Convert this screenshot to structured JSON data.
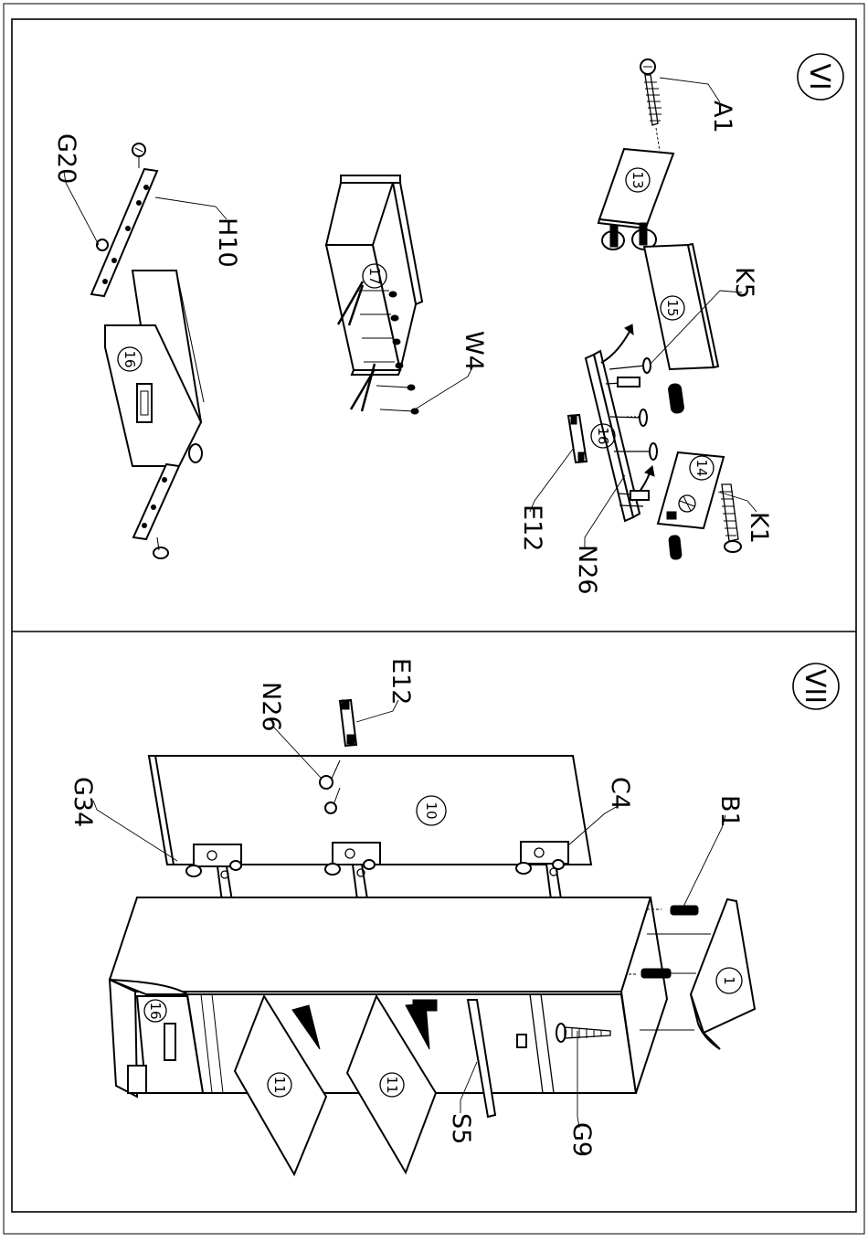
{
  "steps": {
    "vi": {
      "number": "VI"
    },
    "vii": {
      "number": "VII"
    }
  },
  "vi_labels": {
    "a1": "A1",
    "k5": "K5",
    "k1": "K1",
    "e12": "E12",
    "n26": "N26",
    "w4": "W4",
    "g20": "G20",
    "h10": "H10"
  },
  "vi_parts": {
    "p13": "13",
    "p15": "15",
    "p14": "14",
    "p16a": "16",
    "p16b": "16",
    "p17": "17"
  },
  "vii_labels": {
    "e12": "E12",
    "n26": "N26",
    "g34": "G34",
    "c4": "C4",
    "b1": "B1",
    "s5": "S5",
    "g9": "G9"
  },
  "vii_parts": {
    "p10": "10",
    "p1": "1",
    "p16": "16",
    "p11a": "11",
    "p11b": "11"
  }
}
